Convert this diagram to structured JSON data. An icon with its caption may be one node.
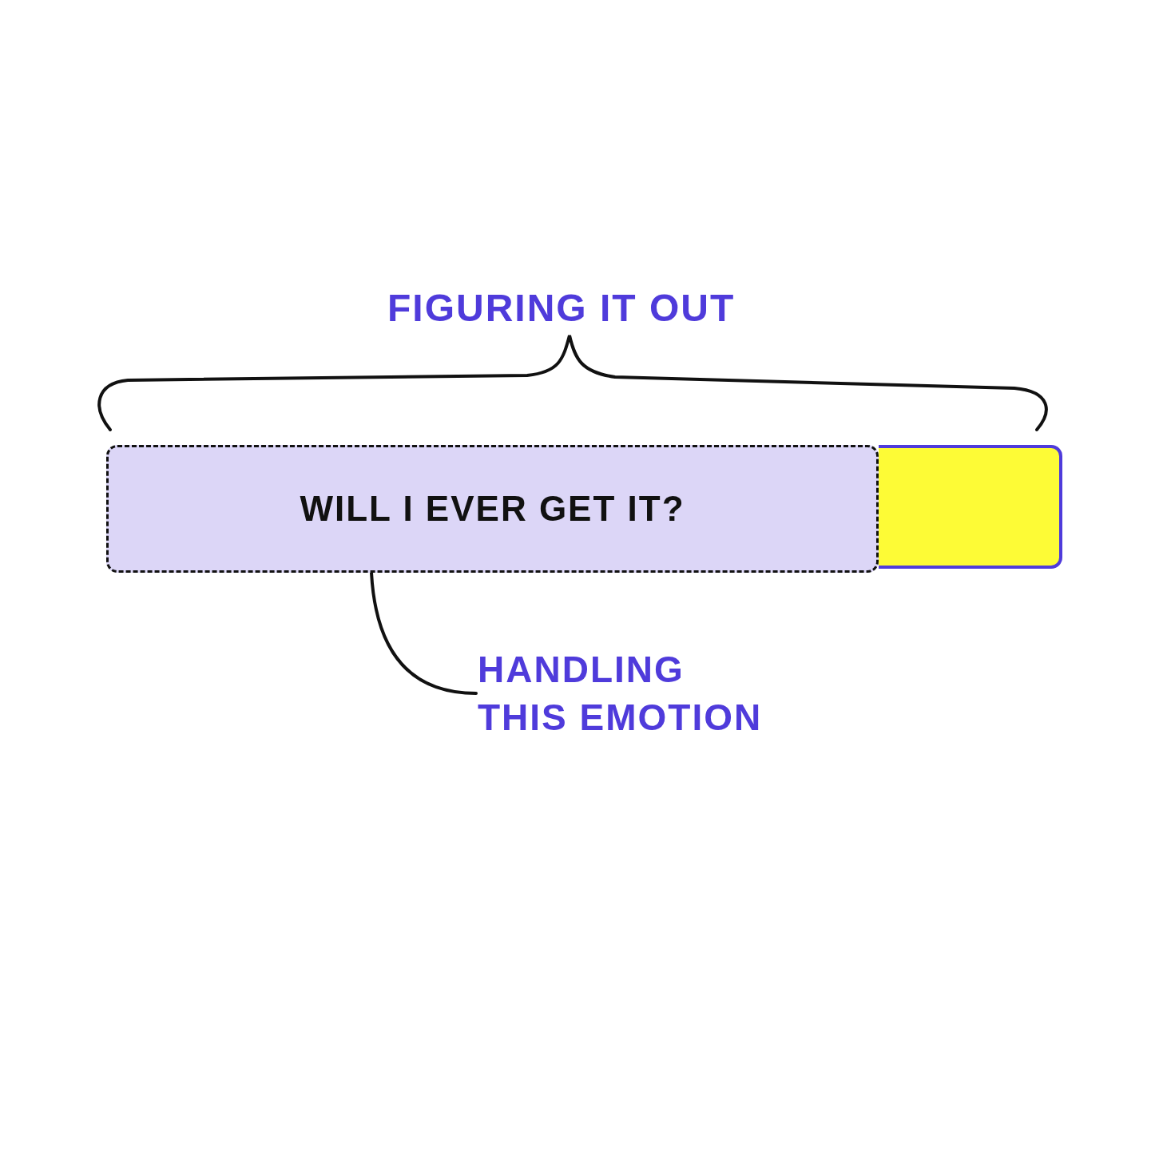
{
  "diagram": {
    "nodes": [
      {
        "text": [
          "WILL I EVER GET IT?"
        ]
      },
      {
        "text": [],
        "shape": "bar"
      },
      {
        "text": [
          "HANDLING THIS EMOTION"
        ]
      }
    ],
    "edges": [
      {
        "from": 2,
        "to": 0,
        "arrow": "none"
      }
    ],
    "labels": [
      "FIGURING IT OUT"
    ]
  }
}
